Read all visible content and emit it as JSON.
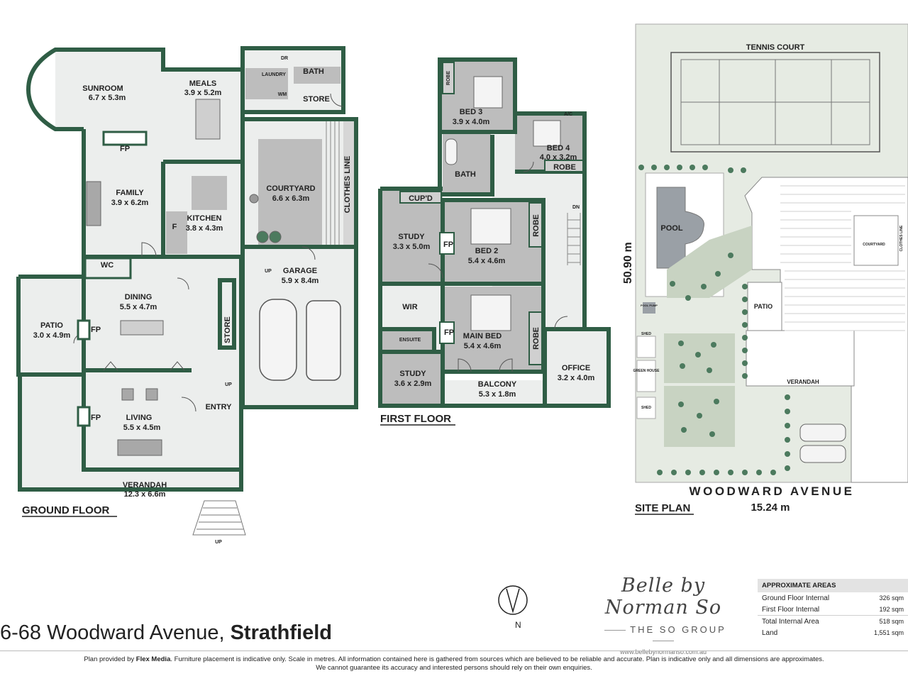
{
  "ground_floor": {
    "title": "GROUND FLOOR",
    "rooms": {
      "sunroom": {
        "name": "SUNROOM",
        "dim": "6.7 x 5.3m"
      },
      "meals": {
        "name": "MEALS",
        "dim": "3.9 x 5.2m"
      },
      "laundry": {
        "name": "LAUNDRY"
      },
      "dr": {
        "name": "DR"
      },
      "wm": {
        "name": "WM"
      },
      "bath": {
        "name": "BATH"
      },
      "store": {
        "name": "STORE"
      },
      "family": {
        "name": "FAMILY",
        "dim": "3.9 x 6.2m"
      },
      "fp_family": {
        "name": "FP"
      },
      "kitchen": {
        "name": "KITCHEN",
        "dim": "3.8 x 4.3m"
      },
      "fridge": {
        "name": "F"
      },
      "courtyard": {
        "name": "COURTYARD",
        "dim": "6.6 x 6.3m"
      },
      "clothes_line": {
        "name": "CLOTHES LINE"
      },
      "wc": {
        "name": "WC"
      },
      "garage": {
        "name": "GARAGE",
        "dim": "5.9 x 8.4m"
      },
      "garage_up": {
        "name": "UP"
      },
      "patio": {
        "name": "PATIO",
        "dim": "3.0 x 4.9m"
      },
      "dining": {
        "name": "DINING",
        "dim": "5.5 x 4.7m"
      },
      "fp_dining": {
        "name": "FP"
      },
      "store2": {
        "name": "STORE"
      },
      "stair_up": {
        "name": "UP"
      },
      "entry": {
        "name": "ENTRY"
      },
      "living": {
        "name": "LIVING",
        "dim": "5.5 x 4.5m"
      },
      "fp_living": {
        "name": "FP"
      },
      "verandah": {
        "name": "VERANDAH",
        "dim": "12.3 x 6.6m"
      },
      "steps_up": {
        "name": "UP"
      }
    }
  },
  "first_floor": {
    "title": "FIRST FLOOR",
    "rooms": {
      "bed3": {
        "name": "BED 3",
        "dim": "3.9 x 4.0m"
      },
      "robe_bed3": {
        "name": "ROBE"
      },
      "bed4": {
        "name": "BED 4",
        "dim": "4.0 x 3.2m"
      },
      "ac": {
        "name": "A/C"
      },
      "robe_bed4": {
        "name": "ROBE"
      },
      "bath": {
        "name": "BATH"
      },
      "cupd": {
        "name": "CUP'D"
      },
      "study1": {
        "name": "STUDY",
        "dim": "3.3 x 5.0m"
      },
      "fp1": {
        "name": "FP"
      },
      "bed2": {
        "name": "BED 2",
        "dim": "5.4 x 4.6m"
      },
      "robe_bed2": {
        "name": "ROBE"
      },
      "dn": {
        "name": "DN"
      },
      "wir": {
        "name": "WIR"
      },
      "ensuite": {
        "name": "ENSUITE"
      },
      "fp2": {
        "name": "FP"
      },
      "main_bed": {
        "name": "MAIN BED",
        "dim": "5.4 x 4.6m"
      },
      "robe_main": {
        "name": "ROBE"
      },
      "study2": {
        "name": "STUDY",
        "dim": "3.6 x 2.9m"
      },
      "balcony": {
        "name": "BALCONY",
        "dim": "5.3 x 1.8m"
      },
      "office": {
        "name": "OFFICE",
        "dim": "3.2 x 4.0m"
      }
    }
  },
  "site_plan": {
    "title": "SITE PLAN",
    "street": "WOODWARD AVENUE",
    "width": "15.24 m",
    "depth": "50.90 m",
    "labels": {
      "tennis": "TENNIS COURT",
      "pool": "POOL",
      "pool_pump": "POOL PUMP",
      "courtyard": "COURTYARD",
      "clothes_line": "CLOTHES LINE",
      "patio": "PATIO",
      "verandah": "VERANDAH",
      "shed1": "SHED",
      "green_house": "GREEN HOUSE",
      "shed2": "SHED"
    }
  },
  "address": {
    "street": "6-68 Woodward Avenue, ",
    "suburb": "Strathfield"
  },
  "compass": {
    "label": "N"
  },
  "brand": {
    "script": "Belle by Norman So",
    "group": "THE SO GROUP",
    "website": "www.bellebynormanso.com.au"
  },
  "areas": {
    "heading": "APPROXIMATE AREAS",
    "rows": [
      {
        "label": "Ground Floor Internal",
        "value": "326 sqm"
      },
      {
        "label": "First  Floor Internal",
        "value": "192 sqm"
      },
      {
        "label": "Total Internal Area",
        "value": "518 sqm"
      },
      {
        "label": "Land",
        "value": "1,551 sqm"
      }
    ]
  },
  "footer": {
    "line1_pre": "Plan provided by ",
    "line1_brand": "Flex Media",
    "line1_post": ". Furniture placement is indicative only. Scale in metres. All information contained here is gathered from sources which are believed to be reliable and accurate. Plan is indicative only and all dimensions are approximates.",
    "line2": "We cannot guarantee its accuracy and interested persons should rely on their own enquiries."
  },
  "colors": {
    "wall": "#2f5d45",
    "room": "#eceeed",
    "wet": "#bdbdbd",
    "grass": "#e6ebe3",
    "pool": "#9aa0a6"
  }
}
